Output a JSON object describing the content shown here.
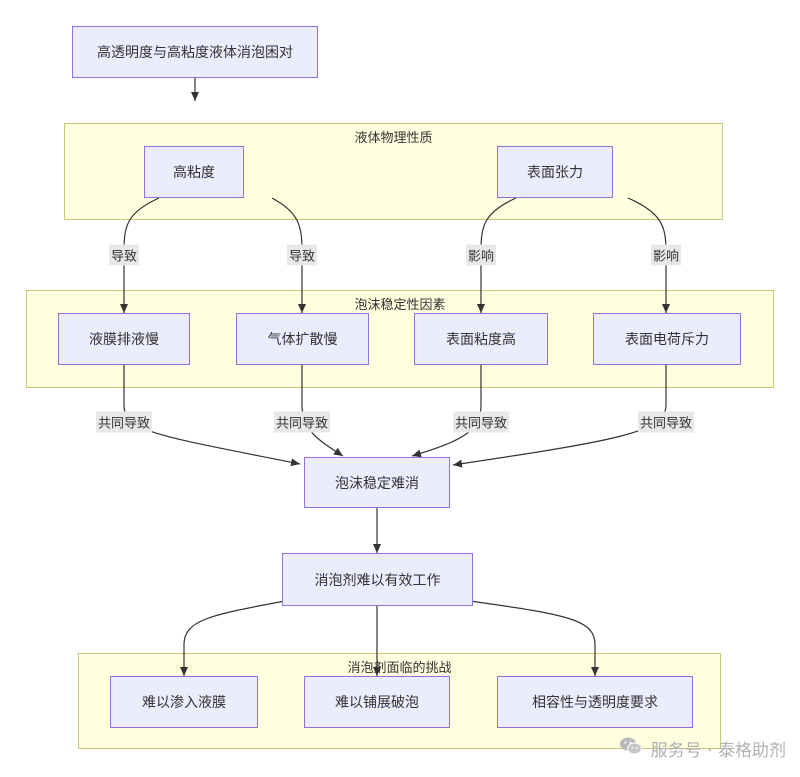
{
  "nodes": {
    "top": "高透明度与高粘度液体消泡困对",
    "high_viscosity": "高粘度",
    "surface_tension": "表面张力",
    "film_drain_slow": "液膜排液慢",
    "gas_diffusion_slow": "气体扩散慢",
    "surface_viscosity_high": "表面粘度高",
    "surface_charge_repulsion": "表面电荷斥力",
    "foam_hard_break": "泡沫稳定难消",
    "defoamer_ineffective": "消泡剂难以有效工作",
    "hard_penetrate": "难以渗入液膜",
    "hard_spread": "难以铺展破泡",
    "compat_transparency": "相容性与透明度要求"
  },
  "groups": {
    "physical": "液体物理性质",
    "stability": "泡沫稳定性因素",
    "challenges": "消泡剂面临的挑战"
  },
  "edge_labels": {
    "hv_to_drain": "导致",
    "hv_to_gas": "导致",
    "st_to_surfvisc": "影响",
    "st_to_charge": "影响",
    "drain_to_foam": "共同导致",
    "gas_to_foam": "共同导致",
    "surfvisc_to_foam": "共同导致",
    "charge_to_foam": "共同导致"
  },
  "watermark": {
    "text": "服务号 · 泰格助剂",
    "icon": "wechat-icon"
  }
}
